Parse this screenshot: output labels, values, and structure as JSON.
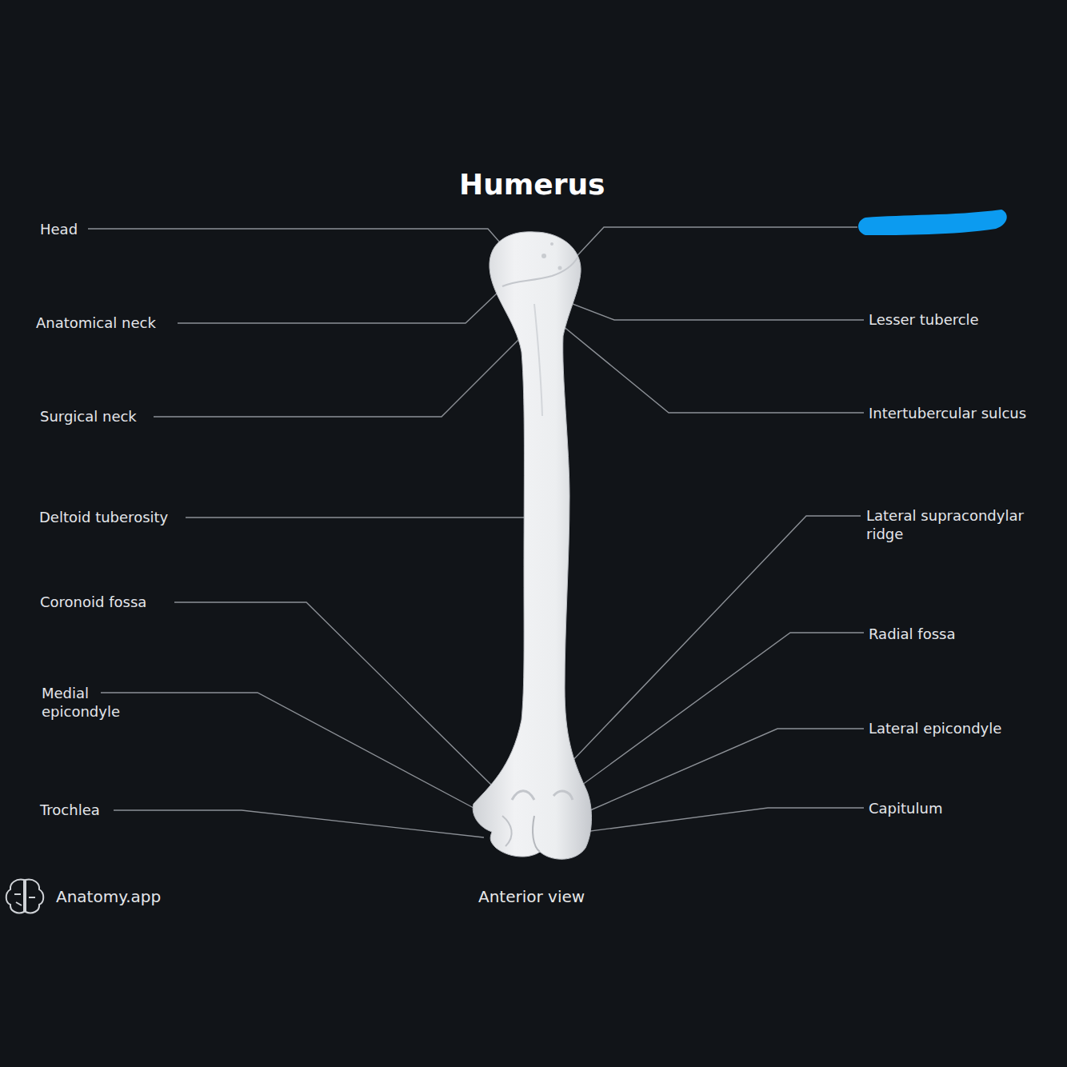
{
  "diagram": {
    "title": "Humerus",
    "caption": "Anterior view",
    "labels": [
      "Head",
      "Anatomical neck",
      "Surgical neck",
      "Deltoid tuberosity",
      "Coronoid fossa",
      "Medial epicondyle",
      "Trochlea",
      "Lesser tubercle",
      "Intertubercular sulcus",
      "Lateral supracondylar ridge",
      "Radial fossa",
      "Lateral epicondyle",
      "Capitulum",
      "Anatomy.app"
    ]
  }
}
